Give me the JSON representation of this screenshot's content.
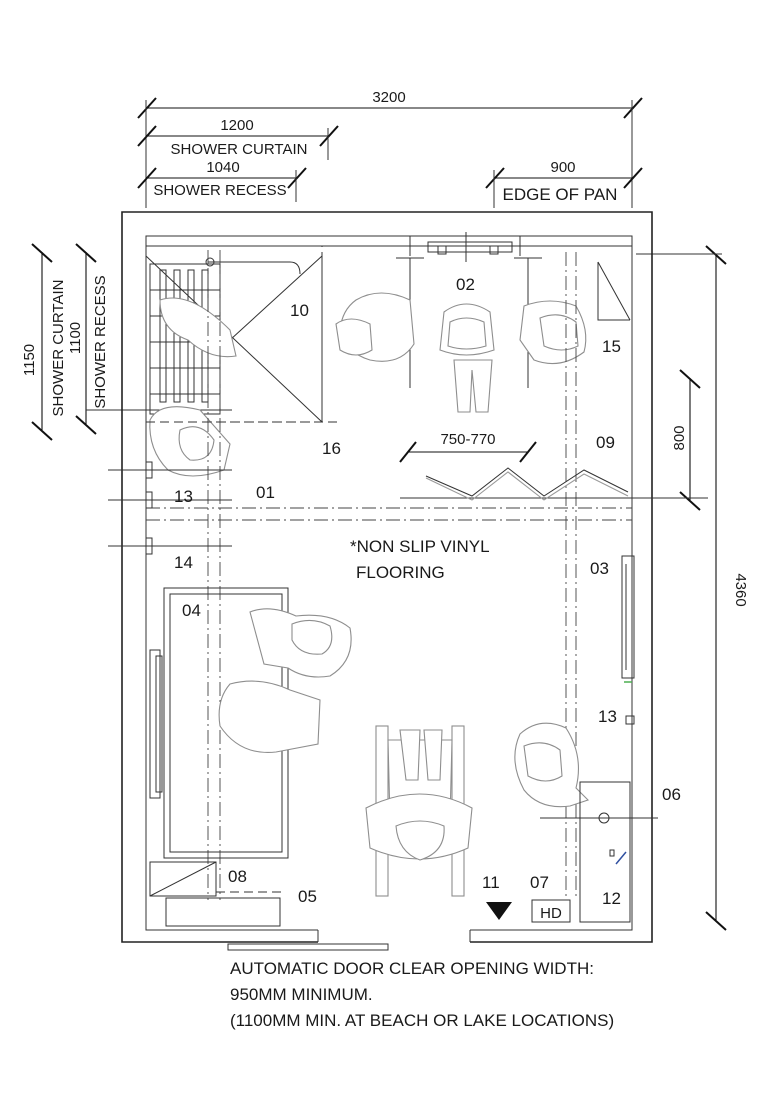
{
  "dimensions": {
    "overall_width": "3200",
    "shower_curtain_width": "1200",
    "shower_curtain_width_label": "SHOWER CURTAIN",
    "shower_recess_width": "1040",
    "shower_recess_width_label": "SHOWER RECESS",
    "edge_of_pan": "900",
    "edge_of_pan_label": "EDGE OF PAN",
    "shower_curtain_depth": "1150",
    "shower_curtain_depth_label": "SHOWER CURTAIN",
    "shower_recess_depth": "1100",
    "shower_recess_depth_label": "SHOWER RECESS",
    "toilet_clearance": "750-770",
    "side_800": "800",
    "overall_depth": "4360"
  },
  "labels": {
    "l01": "01",
    "l02": "02",
    "l03": "03",
    "l04": "04",
    "l05": "05",
    "l06": "06",
    "l07": "07",
    "l08": "08",
    "l09": "09",
    "l10": "10",
    "l11": "11",
    "l12": "12",
    "l13a": "13",
    "l13b": "13",
    "l14": "14",
    "l15": "15",
    "l16": "16",
    "hd": "HD"
  },
  "flooring_note": {
    "line1": "*NON SLIP VINYL",
    "line2": "FLOORING"
  },
  "door_note": {
    "line1": "AUTOMATIC DOOR CLEAR OPENING WIDTH:",
    "line2": "950MM MINIMUM.",
    "line3": "(1100MM MIN. AT BEACH OR LAKE LOCATIONS)"
  }
}
